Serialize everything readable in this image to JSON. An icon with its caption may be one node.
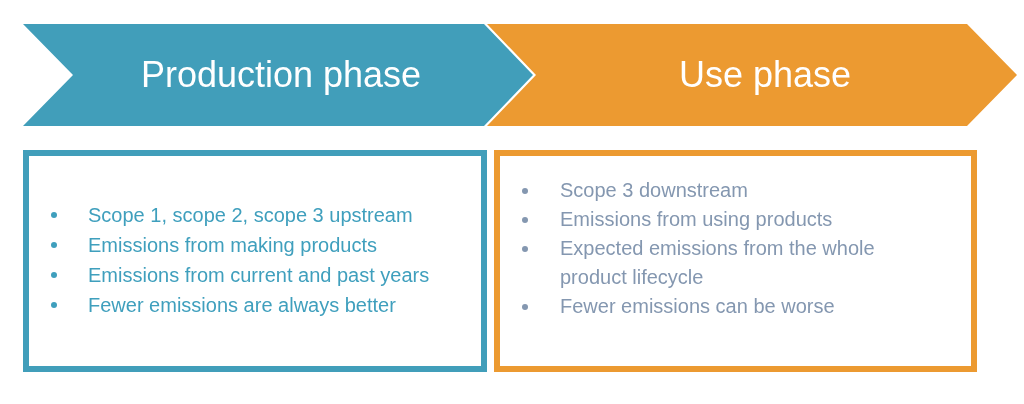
{
  "diagram": {
    "nodes": [
      {
        "text": [
          "Production phase"
        ]
      },
      {
        "text": [
          "Use phase"
        ]
      },
      {
        "text": [
          "Scope 1, scope 2, scope 3 upstream",
          "Emissions from making products",
          "Emissions from current and past years",
          "Fewer emissions are always better"
        ]
      },
      {
        "text": [
          "Scope 3 downstream",
          "Emissions from using products",
          "Expected emissions from the whole product lifecycle",
          "Fewer emissions can be worse"
        ]
      }
    ]
  }
}
